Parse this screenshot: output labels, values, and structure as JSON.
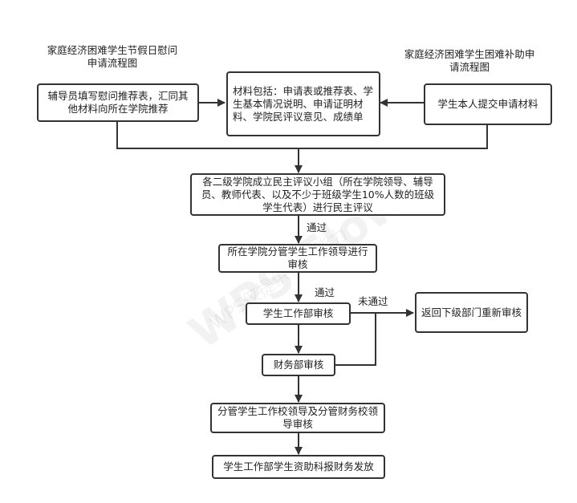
{
  "titles": {
    "left": "家庭经济困难学生节假日慰问申请流程图",
    "right": "家庭经济困难学生困难补助申请流程图"
  },
  "nodes": {
    "counselor": "辅导员填写慰问推荐表，汇同其他材料向所在学院推荐",
    "materials": "材料包括：申请表或推荐表、学生基本情况说明、申请证明材料、学院民评议意见、成绩单",
    "student_submit": "学生本人提交申请材料",
    "committee": "各二级学院成立民主评议小组（所在学院领导、辅导员、教师代表、以及不少于班级学生10%人数的班级学生代表）进行民主评议",
    "college_review": "所在学院分管学生工作领导进行审核",
    "student_affairs": "学生工作部审核",
    "return": "返回下级部门重新审核",
    "finance": "财务部审核",
    "school_leaders": "分管学生工作校领导及分管财务校领导审核",
    "payout": "学生工作部学生资助科报财务发放"
  },
  "edge_labels": {
    "pass1": "通过",
    "pass2": "通过",
    "fail": "未通过"
  },
  "watermark": "WPS Flow WPS仅提供作图能力"
}
